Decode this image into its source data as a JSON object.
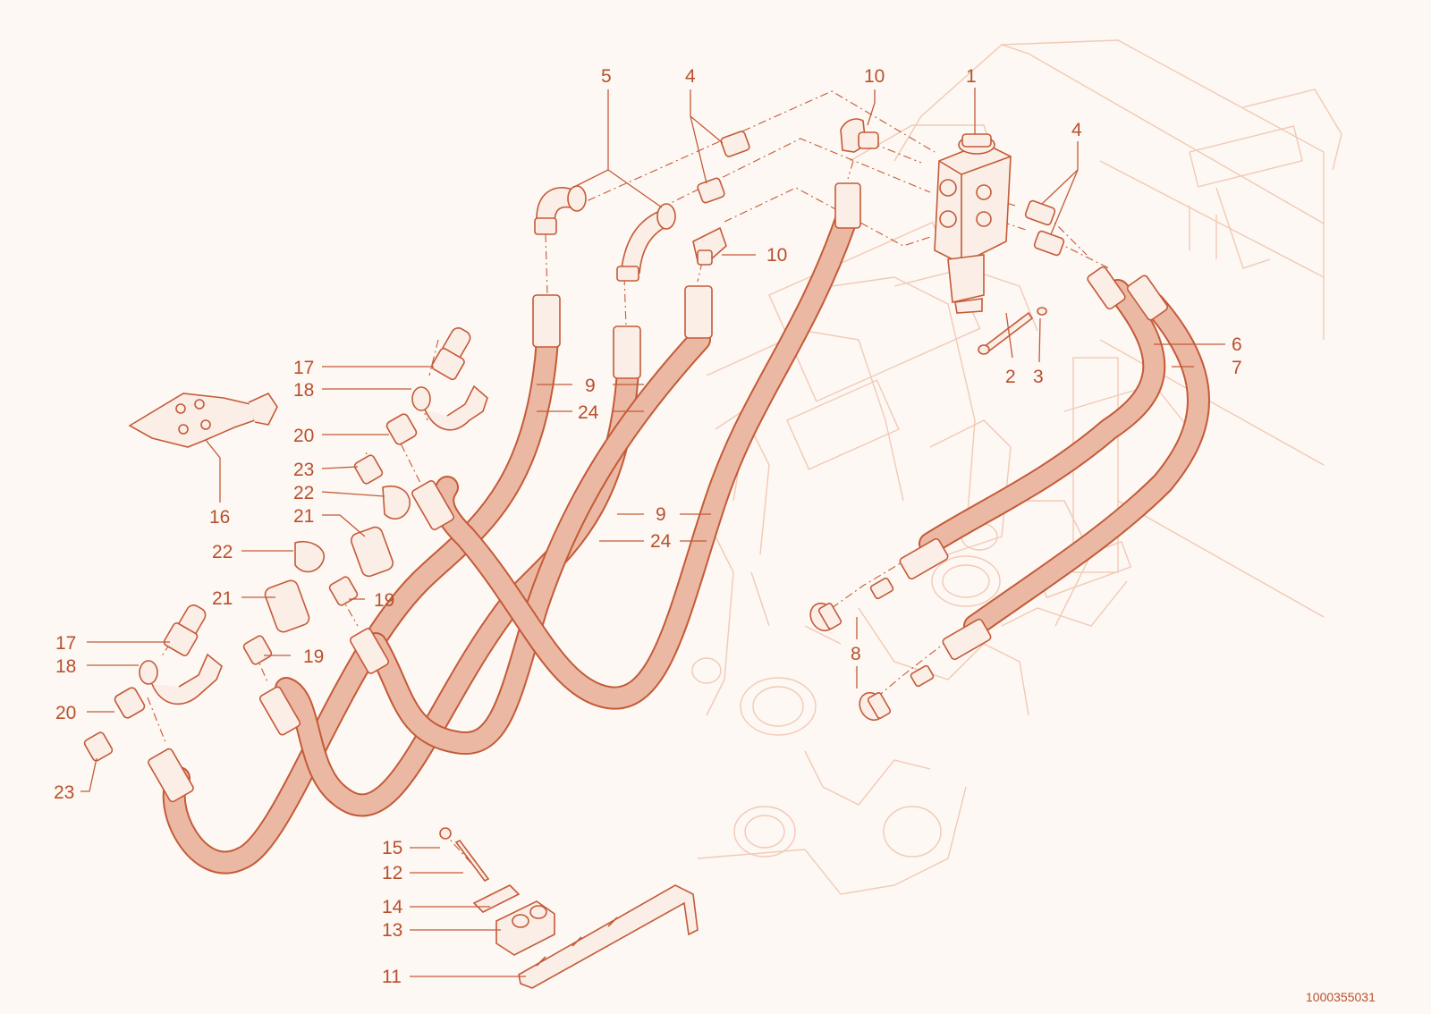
{
  "diagram": {
    "document_number": "1000355031",
    "colors": {
      "line": "#c45a38",
      "hose": "#ebb9a3",
      "ghost": "#f2c9b6",
      "background": "#fdf8f3"
    },
    "callouts": [
      {
        "id": "c1",
        "label": "1"
      },
      {
        "id": "c2",
        "label": "2"
      },
      {
        "id": "c3",
        "label": "3"
      },
      {
        "id": "c4a",
        "label": "4"
      },
      {
        "id": "c4b",
        "label": "4"
      },
      {
        "id": "c5",
        "label": "5"
      },
      {
        "id": "c6",
        "label": "6"
      },
      {
        "id": "c7",
        "label": "7"
      },
      {
        "id": "c8",
        "label": "8"
      },
      {
        "id": "c9a",
        "label": "9"
      },
      {
        "id": "c9b",
        "label": "9"
      },
      {
        "id": "c10a",
        "label": "10"
      },
      {
        "id": "c10b",
        "label": "10"
      },
      {
        "id": "c11",
        "label": "11"
      },
      {
        "id": "c12",
        "label": "12"
      },
      {
        "id": "c13",
        "label": "13"
      },
      {
        "id": "c14",
        "label": "14"
      },
      {
        "id": "c15",
        "label": "15"
      },
      {
        "id": "c16",
        "label": "16"
      },
      {
        "id": "c17a",
        "label": "17"
      },
      {
        "id": "c17b",
        "label": "17"
      },
      {
        "id": "c18a",
        "label": "18"
      },
      {
        "id": "c18b",
        "label": "18"
      },
      {
        "id": "c19a",
        "label": "19"
      },
      {
        "id": "c19b",
        "label": "19"
      },
      {
        "id": "c20a",
        "label": "20"
      },
      {
        "id": "c20b",
        "label": "20"
      },
      {
        "id": "c21a",
        "label": "21"
      },
      {
        "id": "c21b",
        "label": "21"
      },
      {
        "id": "c22a",
        "label": "22"
      },
      {
        "id": "c22b",
        "label": "22"
      },
      {
        "id": "c23a",
        "label": "23"
      },
      {
        "id": "c23b",
        "label": "23"
      },
      {
        "id": "c24a",
        "label": "24"
      },
      {
        "id": "c24b",
        "label": "24"
      }
    ]
  }
}
